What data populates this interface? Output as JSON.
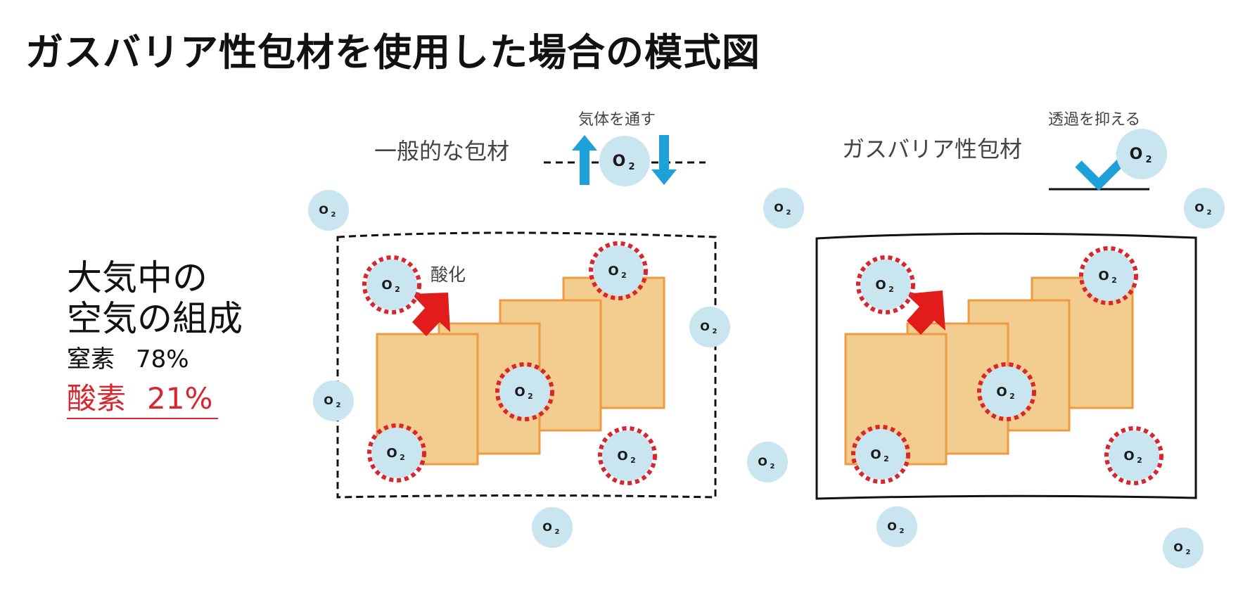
{
  "title": "ガスバリア性包材を使用した場合の模式図",
  "legend": {
    "heading_line1": "大気中の",
    "heading_line2": "空気の組成",
    "nitrogen_label": "窒素",
    "nitrogen_value": "78%",
    "oxygen_label": "酸素",
    "oxygen_value": "21%",
    "oxygen_color": "#d7262e"
  },
  "left_panel": {
    "label": "一般的な包材",
    "note": "気体を通す",
    "oxidation_label": "酸化"
  },
  "right_panel": {
    "label": "ガスバリア性包材",
    "note": "透過を抑える"
  },
  "molecule_text": "O",
  "molecule_subscript": "2",
  "colors": {
    "molecule_fill": "#c9e5f0",
    "oxidation_ring": "#d7262e",
    "arrow_blue": "#1ea0d8",
    "arrow_red": "#e21b1b",
    "product_fill": "#f3cd8f",
    "product_stroke": "#ee9a40"
  }
}
